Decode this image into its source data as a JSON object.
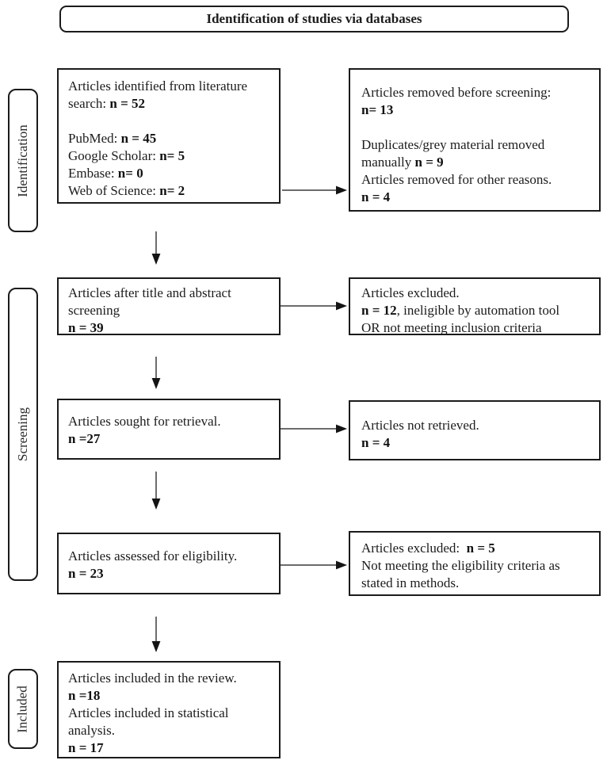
{
  "title": {
    "text": "Identification of studies via databases"
  },
  "sidebar": {
    "identification": "Identification",
    "screening": "Screening",
    "included": "Included"
  },
  "stats": {
    "identified_total": 52,
    "pubmed": 45,
    "google_scholar": 5,
    "embase": 0,
    "web_of_science": 2,
    "removed_before_screening": 13,
    "duplicates_removed": 9,
    "removed_other_reasons": 4,
    "after_title_abstract": 39,
    "excluded_screening": 12,
    "sought_retrieval": 27,
    "not_retrieved": 4,
    "assessed_eligibility": 23,
    "excluded_eligibility": 5,
    "included_review": 18,
    "included_statistical": 17
  },
  "boxes": {
    "identified": {
      "lines": [
        {
          "pre": "Articles identified from literature",
          "bold": "",
          "post": ""
        },
        {
          "pre": "search: ",
          "bold": "n = 52",
          "post": ""
        },
        {
          "pre": "",
          "bold": "",
          "post": ""
        },
        {
          "pre": "PubMed: ",
          "bold": "n = 45",
          "post": ""
        },
        {
          "pre": "Google Scholar: ",
          "bold": "n= 5",
          "post": ""
        },
        {
          "pre": "Embase: ",
          "bold": "n= 0",
          "post": ""
        },
        {
          "pre": "Web of Science: ",
          "bold": "n= 2",
          "post": ""
        }
      ]
    },
    "removed": {
      "lines": [
        {
          "pre": "Articles removed before screening:",
          "bold": "",
          "post": ""
        },
        {
          "pre": "",
          "bold": "n= 13",
          "post": ""
        },
        {
          "pre": "",
          "bold": "",
          "post": ""
        },
        {
          "pre": "Duplicates/grey material removed",
          "bold": "",
          "post": ""
        },
        {
          "pre": "manually ",
          "bold": "n = 9",
          "post": ""
        },
        {
          "pre": "Articles removed for other reasons.",
          "bold": "",
          "post": ""
        },
        {
          "pre": "",
          "bold": "n = 4",
          "post": ""
        }
      ]
    },
    "title_abstract": {
      "lines": [
        {
          "pre": "Articles after title and abstract",
          "bold": "",
          "post": ""
        },
        {
          "pre": "screening",
          "bold": "",
          "post": ""
        },
        {
          "pre": "",
          "bold": "n = 39",
          "post": ""
        }
      ]
    },
    "excluded_screening": {
      "lines": [
        {
          "pre": "Articles excluded.",
          "bold": "",
          "post": ""
        },
        {
          "pre": "",
          "bold": "n = 12",
          "post": ", ineligible by automation tool"
        },
        {
          "pre": "OR not meeting inclusion criteria",
          "bold": "",
          "post": ""
        }
      ]
    },
    "sought": {
      "lines": [
        {
          "pre": "Articles sought for retrieval.",
          "bold": "",
          "post": ""
        },
        {
          "pre": "",
          "bold": "n =27",
          "post": ""
        }
      ]
    },
    "not_retrieved": {
      "lines": [
        {
          "pre": "Articles not retrieved.",
          "bold": "",
          "post": ""
        },
        {
          "pre": "",
          "bold": "n = 4",
          "post": ""
        }
      ]
    },
    "assessed": {
      "lines": [
        {
          "pre": "Articles assessed for eligibility.",
          "bold": "",
          "post": ""
        },
        {
          "pre": "",
          "bold": "n = 23",
          "post": ""
        }
      ]
    },
    "excluded_eligibility": {
      "lines": [
        {
          "pre": "Articles excluded:  ",
          "bold": "n = 5",
          "post": ""
        },
        {
          "pre": "Not meeting the eligibility criteria as",
          "bold": "",
          "post": ""
        },
        {
          "pre": "stated in methods.",
          "bold": "",
          "post": ""
        }
      ]
    },
    "included": {
      "lines": [
        {
          "pre": "Articles included in the review.",
          "bold": "",
          "post": ""
        },
        {
          "pre": "",
          "bold": "n =18",
          "post": ""
        },
        {
          "pre": "Articles included in statistical",
          "bold": "",
          "post": ""
        },
        {
          "pre": "analysis.",
          "bold": "",
          "post": ""
        },
        {
          "pre": "",
          "bold": "n = 17",
          "post": ""
        }
      ]
    }
  }
}
